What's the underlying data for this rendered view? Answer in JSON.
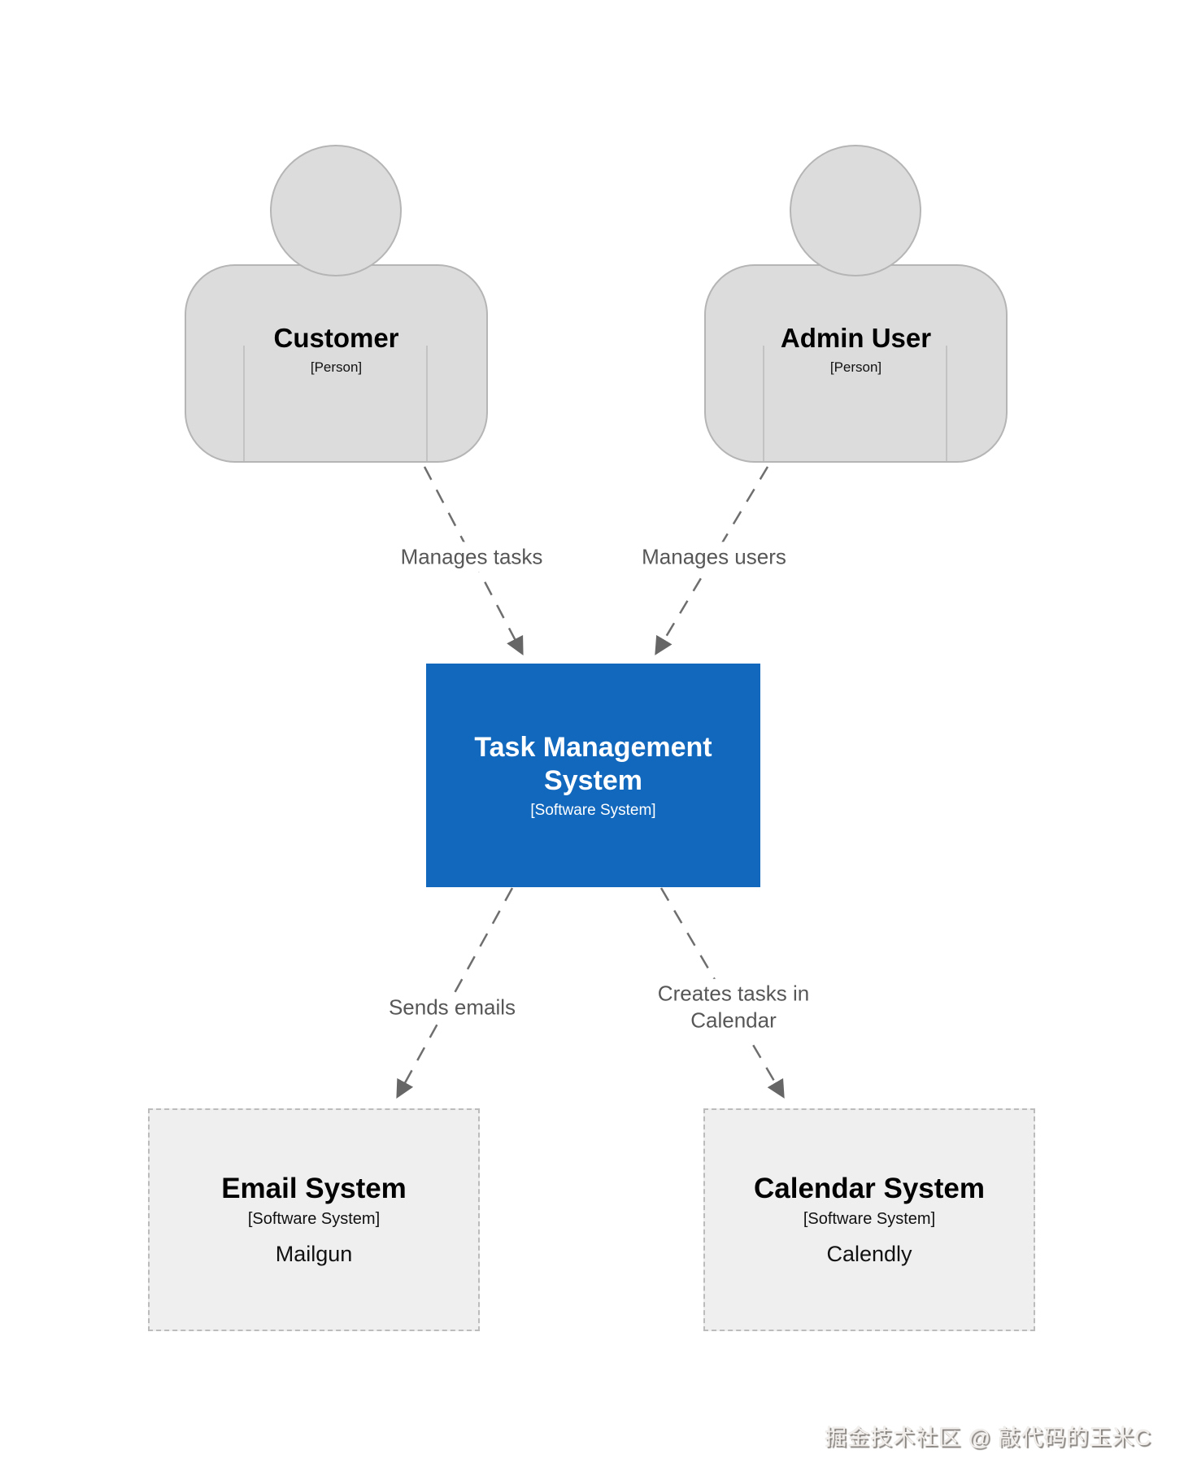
{
  "diagram_type": "c4-system-context",
  "persons": [
    {
      "name": "Customer",
      "type_label": "[Person]"
    },
    {
      "name": "Admin User",
      "type_label": "[Person]"
    }
  ],
  "systems": {
    "central": {
      "name": "Task Management System",
      "type_label": "[Software System]"
    },
    "external": [
      {
        "name": "Email System",
        "type_label": "[Software System]",
        "technology": "Mailgun"
      },
      {
        "name": "Calendar System",
        "type_label": "[Software System]",
        "technology": "Calendly"
      }
    ]
  },
  "relationships": [
    {
      "label": "Manages tasks",
      "from": "Customer",
      "to": "Task Management System"
    },
    {
      "label": "Manages users",
      "from": "Admin User",
      "to": "Task Management System"
    },
    {
      "label": "Sends emails",
      "from": "Task Management System",
      "to": "Email System"
    },
    {
      "label": "Creates tasks in Calendar",
      "from": "Task Management System",
      "to": "Calendar System"
    }
  ],
  "watermark": {
    "text": "掘金技术社区 @ 敲代码的玉米C"
  },
  "colors": {
    "central_system_fill": "#1168bd",
    "central_system_text": "#ffffff",
    "person_fill": "#dcdcdc",
    "person_border": "#b5b5b5",
    "external_fill": "#efefef",
    "external_border": "#bcbcbc",
    "relationship_line": "#6e6e6e",
    "relationship_label": "#575757",
    "background": "#ffffff"
  }
}
